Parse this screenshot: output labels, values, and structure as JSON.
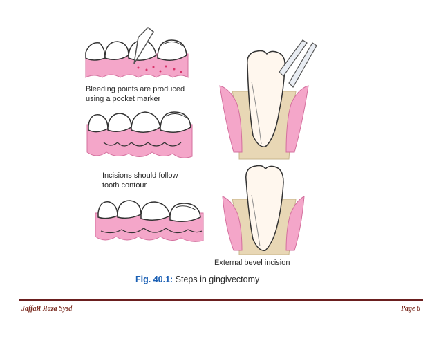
{
  "figure": {
    "caption_1": "Bleeding points are produced\nusing a pocket marker",
    "caption_2": "Incisions should follow\ntooth contour",
    "caption_3": "External bevel incision",
    "fig_number": "Fig. 40.1:",
    "fig_title": " Steps in gingivectomy"
  },
  "footer": {
    "author": "JaffaЯ Яaza Syэd",
    "page": "Page 6"
  },
  "colors": {
    "gum_pink": "#f4a6c9",
    "gum_dark": "#e07aa8",
    "bleed_dot": "#d8336a",
    "bone": "#e8d7b5",
    "footer_line": "#6b1f1f",
    "fig_blue": "#1a5fb4"
  }
}
